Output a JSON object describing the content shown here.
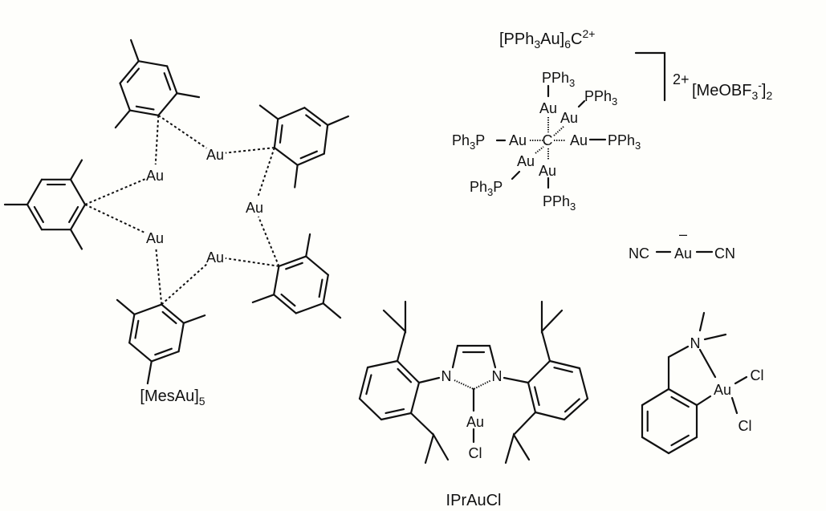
{
  "mes_au": {
    "au_labels": [
      "Au",
      "Au",
      "Au",
      "Au",
      "Au"
    ],
    "caption": {
      "main": "[MesAu]",
      "sub": "5"
    }
  },
  "cluster": {
    "title": {
      "a": "[PPh",
      "sub1": "3",
      "b": "Au]",
      "sub2": "6",
      "c": "C",
      "sup": "2+"
    },
    "charge": "2+",
    "counterion": {
      "a": "[MeOBF",
      "sub": "3",
      "sup": "-",
      "b": "]",
      "sub2": "2"
    },
    "center": "C",
    "au": [
      "Au",
      "Au",
      "Au",
      "Au",
      "Au",
      "Au"
    ],
    "ligand_left": {
      "a": "Ph",
      "sub": "3",
      "b": "P"
    },
    "ligand_right": {
      "a": "PPh",
      "sub": "3"
    },
    "ligand_top": {
      "a": "PPh",
      "sub": "3"
    },
    "ligand_topright": {
      "a": "PPh",
      "sub": "3"
    },
    "ligand_bottomleft": {
      "a": "Ph",
      "sub": "3",
      "b": "P"
    },
    "ligand_bottom": {
      "a": "PPh",
      "sub": "3"
    }
  },
  "dicyanoaurate": {
    "left": "NC",
    "metal": "Au",
    "right": "CN",
    "charge": "–"
  },
  "ipr": {
    "n_left": "N",
    "n_right": "N",
    "metal": "Au",
    "halide": "Cl",
    "caption": "IPrAuCl"
  },
  "benzylamine": {
    "n": "N",
    "metal": "Au",
    "cl1": "Cl",
    "cl2": "Cl"
  }
}
